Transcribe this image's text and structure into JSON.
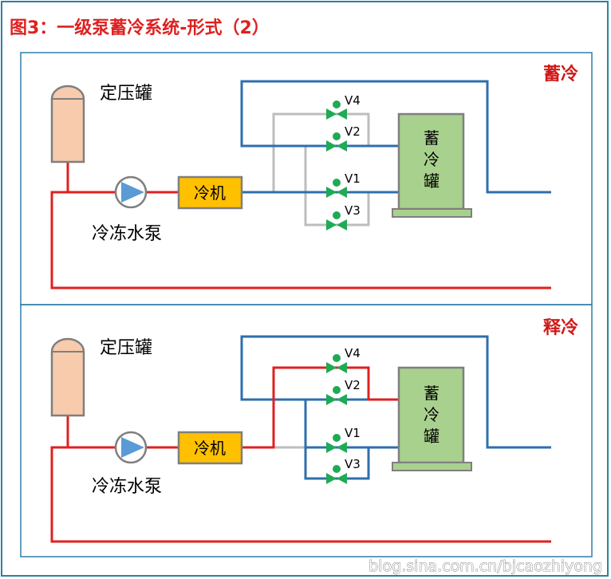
{
  "title": "图3：一级泵蓄冷系统-形式（2）",
  "colors": {
    "title": "#e02020",
    "mode_label": "#d01818",
    "frame": "#2f7fa8",
    "red_pipe": "#e02020",
    "blue_pipe": "#2e6fae",
    "gray_pipe": "#bdbdbd",
    "valve": "#1faa55",
    "chiller_fill": "#ffc000",
    "tank_fill": "#a9d18e",
    "expansion_fill": "#f8cbad",
    "pump_fill": "#5b9bd5"
  },
  "panels": [
    {
      "mode": "蓄冷",
      "expansion_tank": "定压罐",
      "pump": "冷冻水泵",
      "chiller": "冷机",
      "storage_tank": [
        "蓄",
        "冷",
        "罐"
      ],
      "valves": [
        "V4",
        "V2",
        "V1",
        "V3"
      ]
    },
    {
      "mode": "释冷",
      "expansion_tank": "定压罐",
      "pump": "冷冻水泵",
      "chiller": "冷机",
      "storage_tank": [
        "蓄",
        "冷",
        "罐"
      ],
      "valves": [
        "V4",
        "V2",
        "V1",
        "V3"
      ]
    }
  ],
  "watermark": "blog.sina.com.cn/bjcaozhiyong"
}
